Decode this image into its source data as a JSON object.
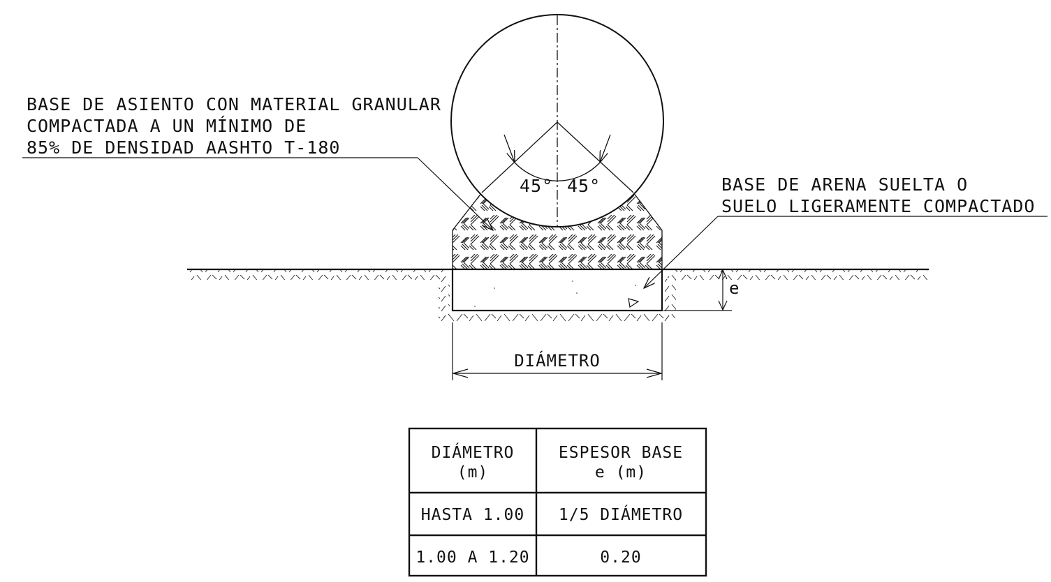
{
  "labels": {
    "granular_line1": "BASE DE ASIENTO CON MATERIAL GRANULAR",
    "granular_line2": "COMPACTADA A UN MÍNIMO DE",
    "granular_line3": "85% DE DENSIDAD AASHTO T-180",
    "sand_line1": "BASE DE ARENA SUELTA O",
    "sand_line2": "SUELO LIGERAMENTE COMPACTADO",
    "angle_left": "45°",
    "angle_right": "45°",
    "thickness": "e",
    "diameter": "DIÁMETRO"
  },
  "table": {
    "headers": [
      {
        "line1": "DIÁMETRO",
        "line2": "(m)"
      },
      {
        "line1": "ESPESOR BASE",
        "line2": "e (m)"
      }
    ],
    "rows": [
      [
        "HASTA 1.00",
        "1/5 DIÁMETRO"
      ],
      [
        "1.00 A 1.20",
        "0.20"
      ]
    ]
  }
}
